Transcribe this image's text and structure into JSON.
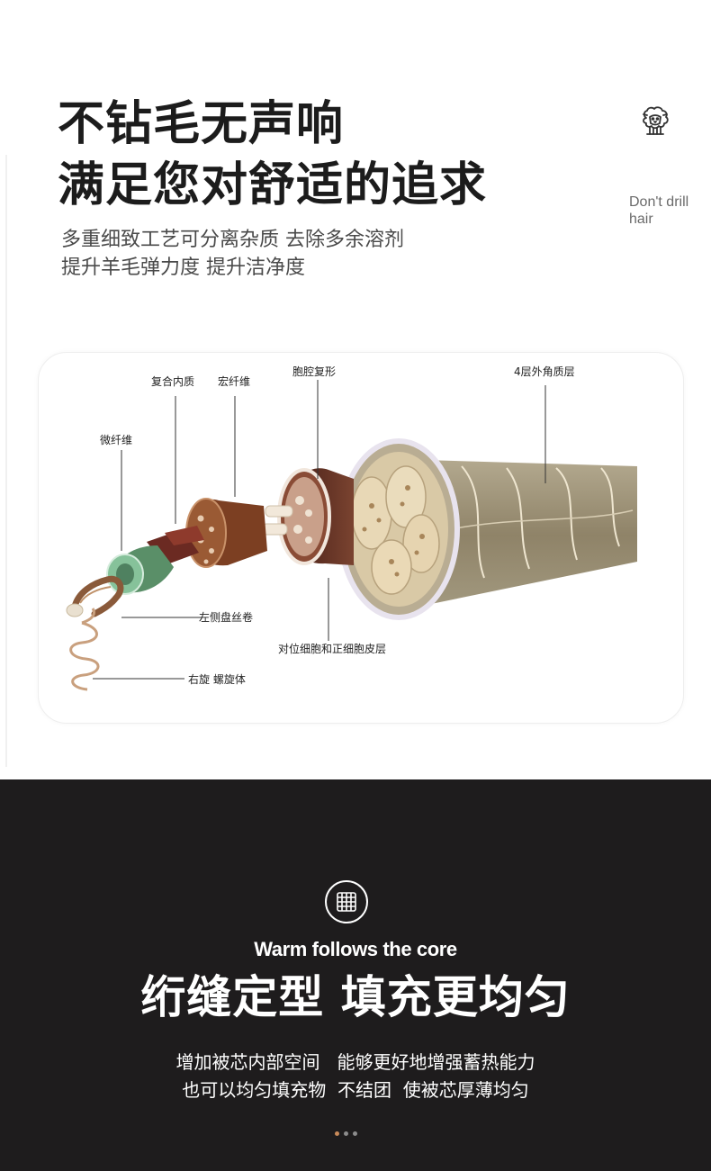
{
  "hero": {
    "title_line1": "不钻毛无声响",
    "title_line2": "满足您对舒适的追求",
    "desc_line1": "多重细致工艺可分离杂质 去除多余溶剂",
    "desc_line2": "提升羊毛弹力度 提升洁净度",
    "side_note_line1": "Don't drill",
    "side_note_line2": "hair",
    "side_icon": "sheep-icon"
  },
  "diagram": {
    "labels": {
      "composite": "复合内质",
      "macro_fiber": "宏纤维",
      "cell_cavity": "胞腔复形",
      "cuticle": "4层外角质层",
      "micro_fiber": "微纤维",
      "left_coil": "左侧盘丝卷",
      "cortex": "对位细胞和正细胞皮层",
      "right_helix": "右旋 螺旋体"
    },
    "colors": {
      "outer_fiber": "#9c9076",
      "cortex_cells": "#e6d6b4",
      "cavity": "#6e3c2c",
      "macro": "#8a4a2a",
      "micro_green": "#7fba8c"
    }
  },
  "feature": {
    "icon": "grid-icon",
    "en_heading": "Warm follows the core",
    "heading": "绗缝定型 填充更均匀",
    "sub_line1": "增加被芯内部空间   能够更好地增强蓄热能力",
    "sub_line2": "也可以均匀填充物  不结团  使被芯厚薄均匀",
    "dot_colors": [
      "#c98a5a",
      "#8c8c8c",
      "#8c8c8c"
    ]
  }
}
